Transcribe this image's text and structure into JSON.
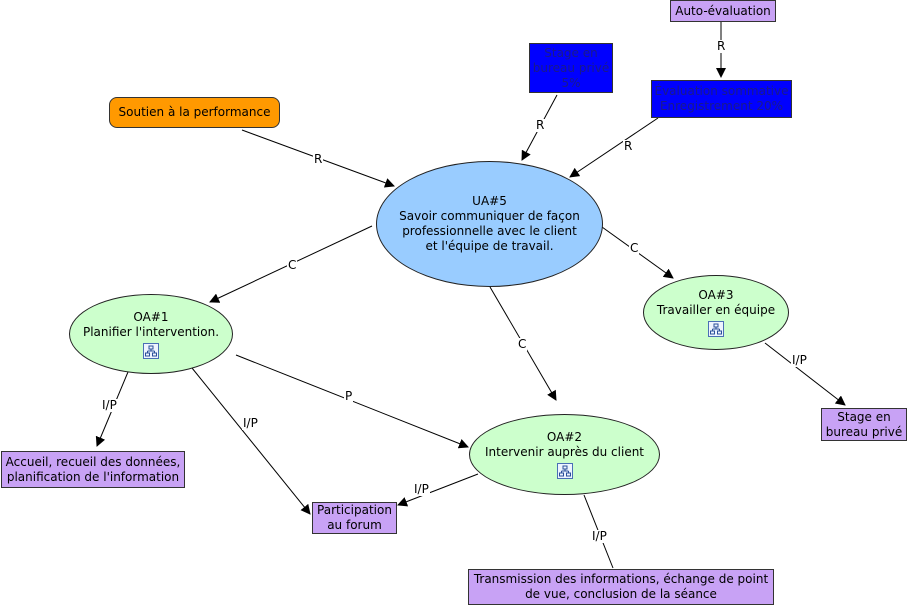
{
  "nodes": {
    "auto_evaluation": "Auto-évaluation",
    "stage_5": [
      "Stage en",
      "bureau privé",
      "5%"
    ],
    "evaluation_sommative": [
      "Évaluation sommative",
      "Enregistrement 20%"
    ],
    "soutien": "Soutien à la performance",
    "ua5": [
      "UA#5",
      "Savoir communiquer de façon",
      "professionnelle avec le client",
      "et l'équipe de travail."
    ],
    "oa1": [
      "OA#1",
      "Planifier l'intervention."
    ],
    "oa2": [
      "OA#2",
      "Intervenir auprès du client"
    ],
    "oa3": [
      "OA#3",
      "Travailler en équipe"
    ],
    "accueil": [
      "Accueil, recueil des données,",
      "planification de l'information"
    ],
    "participation": [
      "Participation",
      "au forum"
    ],
    "transmission": [
      "Transmission des informations, échange de point",
      "de vue, conclusion de la séance"
    ],
    "stage_prive": [
      "Stage en",
      "bureau privé"
    ]
  },
  "links": {
    "auto_to_eval": "R",
    "stage_to_ua5": "R",
    "eval_to_ua5": "R",
    "soutien_to_ua5": "R",
    "ua5_to_oa1": "C",
    "ua5_to_oa2": "C",
    "ua5_to_oa3": "C",
    "oa1_to_oa2": "P",
    "oa1_to_accueil": "I/P",
    "oa1_to_participation": "I/P",
    "oa2_to_participation": "I/P",
    "oa2_to_transmission": "I/P",
    "oa3_to_stage": "I/P"
  },
  "colors": {
    "resource_purple": "#c8a2f5",
    "evaluation_blue": "#0000ff",
    "support_orange": "#ff9900",
    "objective_green": "#ccffcc",
    "unit_lightblue": "#99ccff"
  },
  "icons": {
    "submap": "concept-map-icon"
  }
}
